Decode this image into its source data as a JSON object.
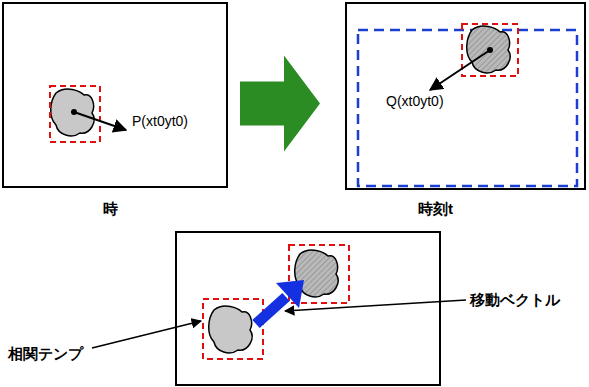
{
  "diagram": {
    "nodes": [
      {
        "text": [
          "P(xt0yt0)",
          "時"
        ]
      },
      {
        "text": [
          "Q(xt0yt0)",
          "時刻t"
        ]
      }
    ],
    "edges": [
      {
        "from": 0,
        "to": 1,
        "arrow": "to"
      }
    ],
    "labels": [
      "移動ベクトル",
      "相関テンプ"
    ]
  }
}
